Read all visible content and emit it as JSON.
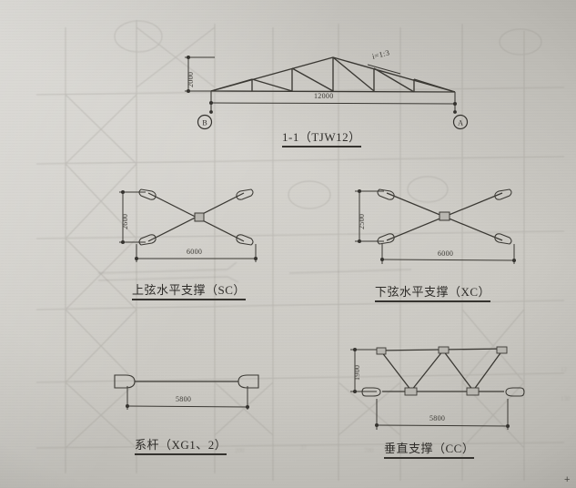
{
  "sheet": {
    "kind": "scanned-engineering-drawing",
    "paper_color": "#cbc9c3",
    "ink_color": "#35332f",
    "registration_mark": "+"
  },
  "figures": [
    {
      "id": "roof-truss",
      "caption": "1-1（TJW12）",
      "type": "pitched-roof-truss-elevation",
      "span_label": "12000",
      "rise_label": "2000",
      "slope_label": "i=1:3",
      "axis_left_label": "B",
      "axis_right_label": "A"
    },
    {
      "id": "top-chord-bracing",
      "caption": "上弦水平支撑（SC）",
      "type": "cross-brace-panel",
      "width_label": "6000",
      "height_label": "2600"
    },
    {
      "id": "bottom-chord-bracing",
      "caption": "下弦水平支撑（XC）",
      "type": "cross-brace-panel",
      "width_label": "6000",
      "height_label": "2500"
    },
    {
      "id": "tie-rod",
      "caption": "系杆（XG1、2）",
      "type": "tie-rod",
      "length_label": "5800"
    },
    {
      "id": "vertical-bracing",
      "caption": "垂直支撑（CC）",
      "type": "vertical-bracing-truss",
      "length_label": "5800",
      "height_label": "1900"
    }
  ]
}
